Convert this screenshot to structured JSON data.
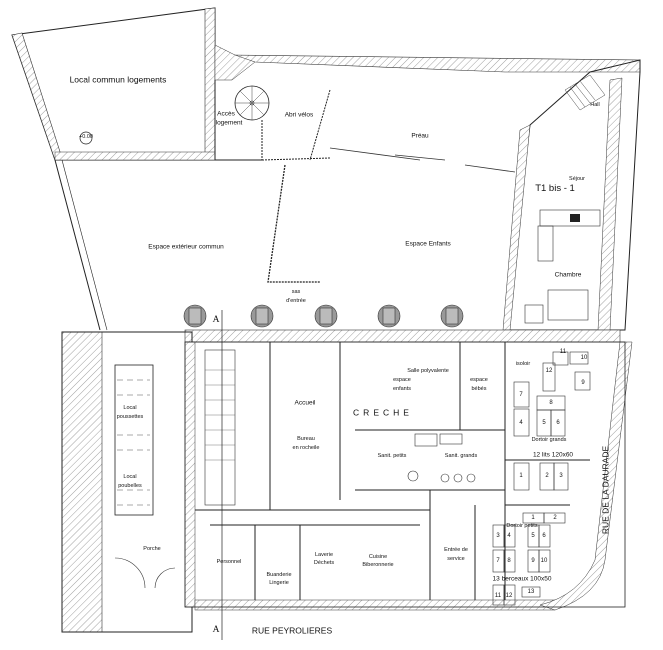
{
  "plan": {
    "title": "CRECHE",
    "section_marker": "A",
    "spot_height": "+0.00",
    "streets": {
      "south": "RUE PEYROLIERES",
      "east": "RUE DE LA DAURADE"
    },
    "rooms": {
      "local_commun": "Local commun logements",
      "acces_logement_1": "Accès",
      "acces_logement_2": "logement",
      "abri_velos": "Abri vélos",
      "preau": "Préau",
      "hall": "Hall",
      "sejour": "Séjour",
      "t1bis": "T1 bis - 1",
      "chambre": "Chambre",
      "espace_exterieur": "Espace extérieur commun",
      "espace_enfants": "Espace Enfants",
      "sas_1": "sas",
      "sas_2": "d'entrée",
      "local_poussettes_1": "Local",
      "local_poussettes_2": "poussettes",
      "local_poubelles_1": "Local",
      "local_poubelles_2": "poubelles",
      "accueil": "Accueil",
      "bureau_1": "Bureau",
      "bureau_2": "en rocheile",
      "salle_polyvalente": "Salle polyvalente",
      "espace_enfants_int_1": "espace",
      "espace_enfants_int_2": "enfants",
      "espace_bebes_1": "espace",
      "espace_bebes_2": "bébés",
      "isoloir": "isoloir",
      "sanit_petits": "Sanit. petits",
      "sanit_grands": "Sanit. grands",
      "dortoir_grands": "Dortoir grands",
      "lits_grands": "12 lits 120x60",
      "dortoir_petits": "Dortoir petits",
      "berceaux": "13 berceaux 100x50",
      "porche": "Porche",
      "personnel": "Personnel",
      "buanderie_1": "Buanderie",
      "buanderie_2": "Lingerie",
      "laverie_1": "Laverie",
      "laverie_2": "Déchets",
      "cuisine_1": "Cuisine",
      "cuisine_2": "Biberonnerie",
      "entree_service_1": "Entrée de",
      "entree_service_2": "service"
    },
    "beds_grands": [
      "1",
      "2",
      "3",
      "4",
      "5",
      "6",
      "7",
      "8",
      "9",
      "10",
      "11",
      "12"
    ],
    "beds_petits": [
      "1",
      "2",
      "3",
      "4",
      "5",
      "6",
      "7",
      "8",
      "9",
      "10",
      "11",
      "12",
      "13"
    ]
  }
}
